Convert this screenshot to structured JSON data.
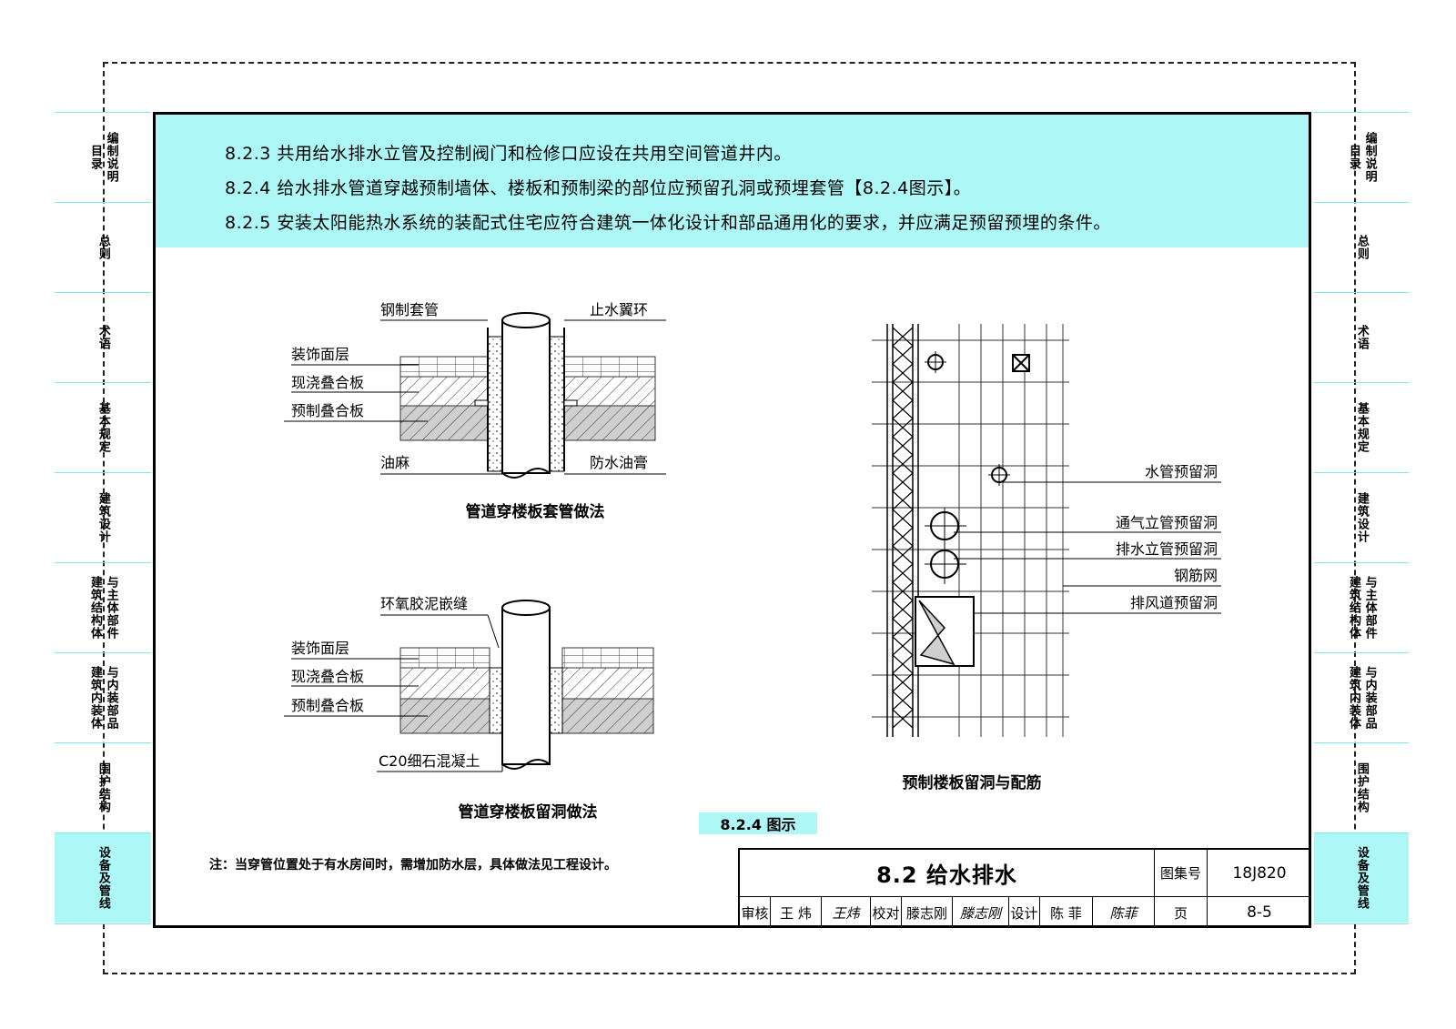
{
  "clauses": [
    "8.2.3  共用给水排水立管及控制阀门和检修口应设在共用空间管道井内。",
    "8.2.4  给水排水管道穿越预制墙体、楼板和预制梁的部位应预留孔洞或预埋套管【8.2.4图示】。",
    "8.2.5  安装太阳能热水系统的装配式住宅应符合建筑一体化设计和部品通用化的要求，并应满足预留预埋的条件。"
  ],
  "side_tabs": [
    {
      "cols": [
        "编制说明",
        "目录"
      ]
    },
    {
      "cols": [
        "总则"
      ]
    },
    {
      "cols": [
        "术语"
      ]
    },
    {
      "cols": [
        "基本规定"
      ]
    },
    {
      "cols": [
        "建筑设计"
      ]
    },
    {
      "cols": [
        "与主体部件",
        "建筑结构体"
      ]
    },
    {
      "cols": [
        "与内装部品",
        "建筑内装体"
      ]
    },
    {
      "cols": [
        "围护结构"
      ]
    },
    {
      "cols": [
        "设备及管线"
      ]
    }
  ],
  "figure1": {
    "labels": {
      "steel_sleeve": "钢制套管",
      "water_stop_ring": "止水翼环",
      "finish_layer": "装饰面层",
      "cast_slab": "现浇叠合板",
      "precast_slab": "预制叠合板",
      "oakum": "油麻",
      "waterproof_paste": "防水油膏"
    },
    "caption": "管道穿楼板套管做法"
  },
  "figure2": {
    "labels": {
      "epoxy_joint": "环氧胶泥嵌缝",
      "finish_layer": "装饰面层",
      "cast_slab": "现浇叠合板",
      "precast_slab": "预制叠合板",
      "concrete": "C20细石混凝土"
    },
    "caption": "管道穿楼板留洞做法"
  },
  "figure3": {
    "labels": {
      "water_pipe_hole": "水管预留洞",
      "vent_pipe_hole": "通气立管预留洞",
      "drain_pipe_hole": "排水立管预留洞",
      "rebar_mesh": "钢筋网",
      "duct_hole": "排风道预留洞"
    },
    "caption": "预制楼板留洞与配筋"
  },
  "figure_tag": "8.2.4 图示",
  "note": "注：当穿管位置处于有水房间时，需增加防水层，具体做法见工程设计。",
  "title_block": {
    "title": "8.2  给水排水",
    "atlas_label": "图集号",
    "atlas_no": "18J820",
    "page_label": "页",
    "page_no": "8-5",
    "review_label": "审核",
    "reviewer": "王  炜",
    "review_sig": "王炜",
    "check_label": "校对",
    "checker": "滕志刚",
    "check_sig": "滕志刚",
    "design_label": "设计",
    "designer": "陈  菲",
    "design_sig": "陈菲"
  },
  "colors": {
    "band": "#aef7f7",
    "side_line": "#7fe6ea"
  }
}
